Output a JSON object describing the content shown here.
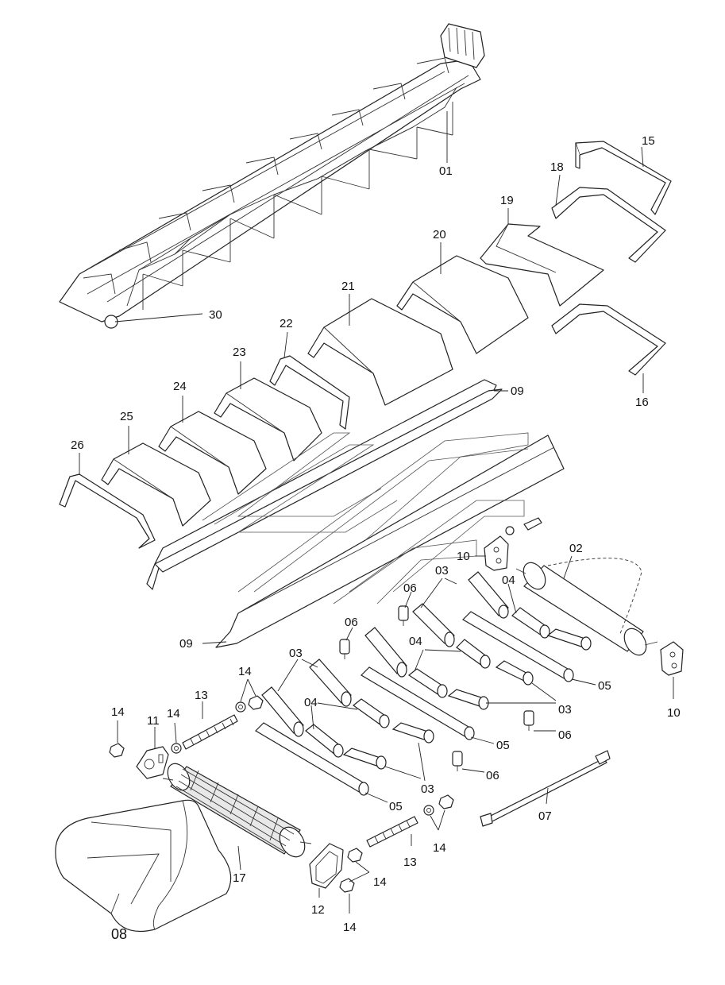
{
  "parts": {
    "p01": "01",
    "p02": "02",
    "p03": "03",
    "p04": "04",
    "p05": "05",
    "p06": "06",
    "p07": "07",
    "p08": "08",
    "p09": "09",
    "p10": "10",
    "p11": "11",
    "p12": "12",
    "p13": "13",
    "p14": "14",
    "p15": "15",
    "p16": "16",
    "p17": "17",
    "p18": "18",
    "p19": "19",
    "p20": "20",
    "p21": "21",
    "p22": "22",
    "p23": "23",
    "p24": "24",
    "p25": "25",
    "p26": "26",
    "p30": "30"
  }
}
